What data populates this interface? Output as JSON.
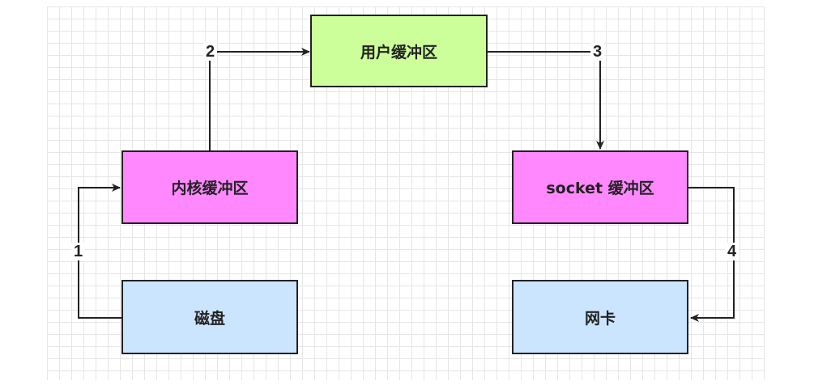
{
  "nodes": {
    "user_buffer": {
      "label": "用户缓冲区",
      "color": "#ccff99"
    },
    "kernel_buffer": {
      "label": "内核缓冲区",
      "color": "#ff88ff"
    },
    "socket_buffer": {
      "label": "socket 缓冲区",
      "color": "#ff88ff"
    },
    "disk": {
      "label": "磁盘",
      "color": "#cce5ff"
    },
    "nic": {
      "label": "网卡",
      "color": "#cce5ff"
    }
  },
  "edges": {
    "e1": {
      "label": "1",
      "from": "磁盘",
      "to": "内核缓冲区"
    },
    "e2": {
      "label": "2",
      "from": "内核缓冲区",
      "to": "用户缓冲区"
    },
    "e3": {
      "label": "3",
      "from": "用户缓冲区",
      "to": "socket 缓冲区"
    },
    "e4": {
      "label": "4",
      "from": "socket 缓冲区",
      "to": "网卡"
    }
  }
}
